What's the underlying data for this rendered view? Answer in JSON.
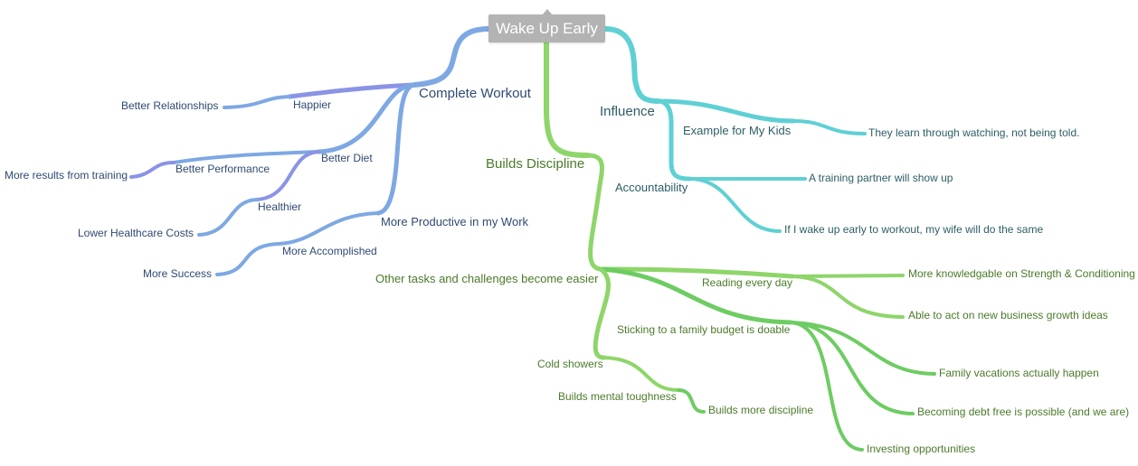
{
  "root": "Wake Up Early",
  "colors": {
    "blue_branch": "#7ea8e3",
    "purple_branch": "#8a93e6",
    "teal_branch": "#5fd0d4",
    "green_branch": "#8ed56a",
    "blue_text": "#2f4a72",
    "teal_text": "#2d5e66",
    "green_text": "#4b7a2a",
    "root_bg": "#b3b3b3"
  },
  "nodes": {
    "complete_workout": "Complete Workout",
    "happier": "Happier",
    "better_relationships": "Better Relationships",
    "better_diet": "Better Diet",
    "better_performance": "Better Performance",
    "more_results": "More results from training",
    "healthier": "Healthier",
    "lower_healthcare": "Lower Healthcare Costs",
    "more_productive": "More Productive in my Work",
    "more_accomplished": "More Accomplished",
    "more_success": "More Success",
    "influence": "Influence",
    "example_kids": "Example for My Kids",
    "learn_watching": "They learn through watching, not being told.",
    "accountability": "Accountability",
    "training_partner": "A training partner will show up",
    "wife_same": "If I wake up early to workout, my wife will do the same",
    "builds_discipline": "Builds Discipline",
    "other_tasks": "Other tasks and challenges become easier",
    "reading": "Reading every day",
    "knowledgable": "More knowledgable on Strength & Conditioning",
    "business_ideas": "Able to act on new business growth ideas",
    "family_budget": "Sticking to a family budget is doable",
    "vacations": "Family vacations actually happen",
    "debt_free": "Becoming debt free is possible (and we are)",
    "investing": "Investing opportunities",
    "cold_showers": "Cold showers",
    "mental_toughness": "Builds mental toughness",
    "more_discipline": "Builds more discipline"
  }
}
